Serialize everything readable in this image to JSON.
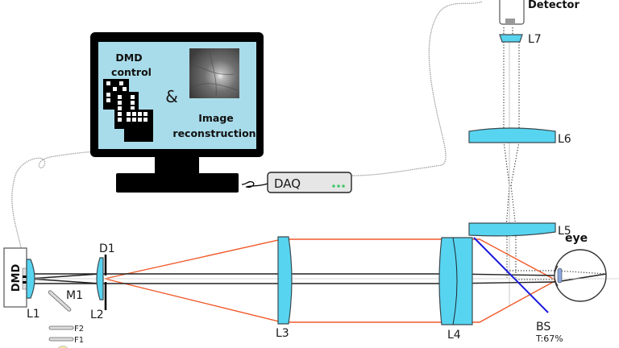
{
  "diagram": {
    "title": "",
    "colors": {
      "lens_fill": "#57d4f0",
      "lens_stroke": "#3a4a50",
      "illumination_ray": "#f05a2a",
      "beamsplitter": "#1a1adc",
      "axis_ray": "#222222",
      "screen": "#a9dcea",
      "monitor": "#000000",
      "daq_led": "#43c86a",
      "cable": "#9a9a9a"
    },
    "computer": {
      "dmd_control_label": "DMD control",
      "dmd_control_line1": "DMD",
      "dmd_control_line2": "control",
      "ampersand": "&",
      "image_recon_line1": "Image",
      "image_recon_line2": "reconstruction"
    },
    "daq": {
      "label": "DAQ"
    },
    "detector": {
      "label": "Detector"
    },
    "dmd": {
      "label": "DMD"
    },
    "components": {
      "L1": "L1",
      "L2": "L2",
      "L3": "L3",
      "L4": "L4",
      "L5": "L5",
      "L6": "L6",
      "L7": "L7",
      "D1": "D1",
      "M1": "M1",
      "F1": "F1",
      "F2": "F2",
      "BS": "BS",
      "BS_transmission": "T:67%",
      "eye": "eye"
    }
  }
}
